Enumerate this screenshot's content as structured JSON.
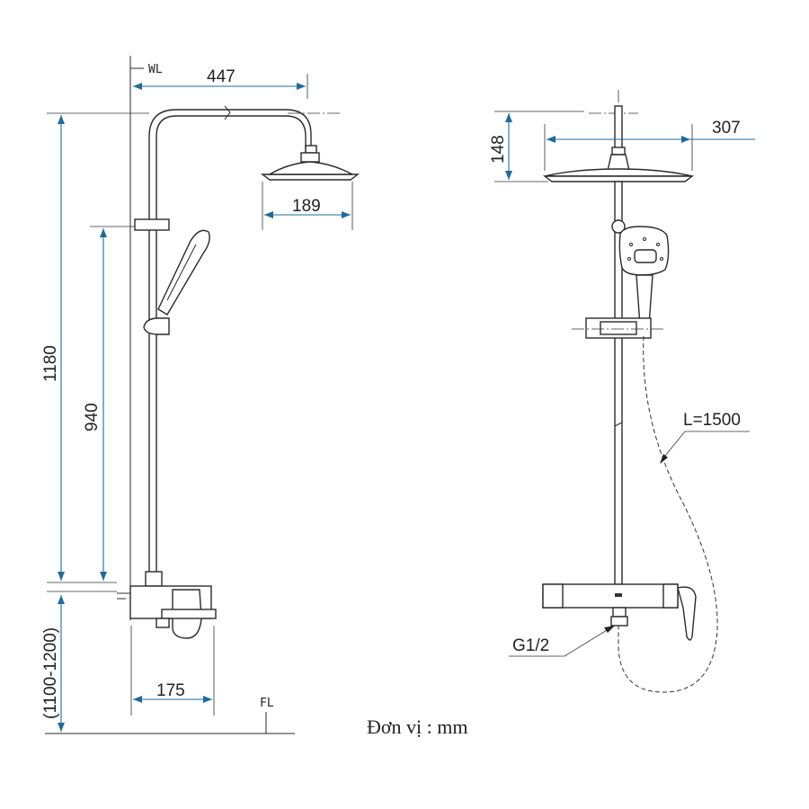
{
  "labels": {
    "wall_line": "WL",
    "floor_line": "FL",
    "hose_length": "L=1500",
    "inlet_thread": "G1/2",
    "unit": "Đơn vị : mm"
  },
  "dimensions": {
    "arm_reach": "447",
    "overall_height": "1180",
    "slide_rail": "940",
    "mount_height": "(1100-1200)",
    "head_diameter_side": "189",
    "mixer_depth": "175",
    "head_diameter_front": "307",
    "head_drop": "148"
  },
  "colors": {
    "dimension": "#1f6b9a",
    "outline": "#2a2a2a"
  }
}
